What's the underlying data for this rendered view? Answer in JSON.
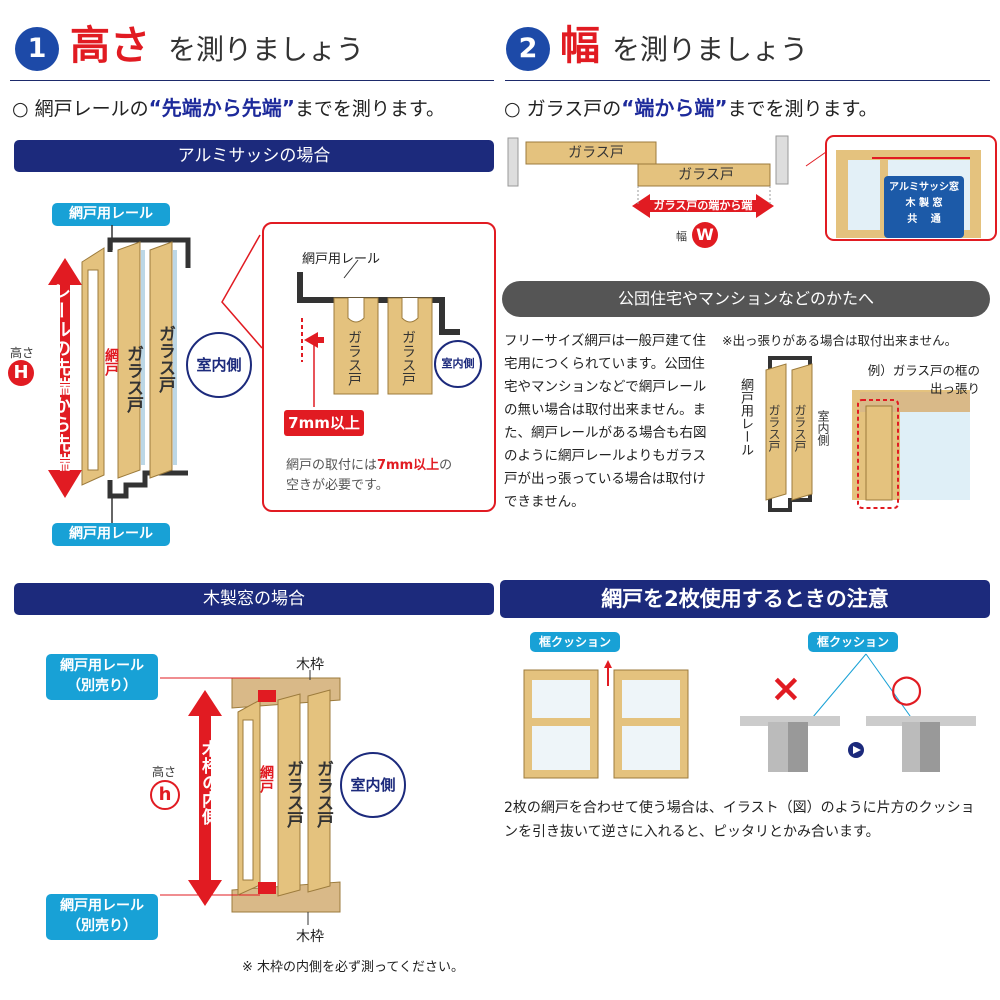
{
  "left_header": {
    "number": "1",
    "big": "高さ",
    "rest": "を測りましょう"
  },
  "right_header": {
    "number": "2",
    "big": "幅",
    "rest": "を測りましょう"
  },
  "left_lead": {
    "pre": "○ 網戸レールの",
    "em": "“先端から先端”",
    "post": "までを測ります。"
  },
  "right_lead": {
    "pre": "○ ガラス戸の",
    "em": "“端から端”",
    "post": "までを測ります。"
  },
  "alu": {
    "bar": "アルミサッシの場合",
    "rail_top": "網戸用レール",
    "rail_bottom": "網戸用レール",
    "height_small": "高さ",
    "height_letter": "H",
    "arrow_text": "レールの先端から先端",
    "screen": "網戸",
    "glass1": "ガラス戸",
    "glass2": "ガラス戸",
    "indoor": "室内側",
    "zoom_rail": "網戸用レール",
    "zoom_glass1": "ガラス戸",
    "zoom_glass2": "ガラス戸",
    "zoom_indoor": "室内側",
    "gap_badge": "7mm以上",
    "note_pre": "網戸の取付には",
    "note_em": "7mm以上",
    "note_post": "の",
    "note_line2": "空きが必要です。"
  },
  "wood": {
    "bar": "木製窓の場合",
    "rail_top": "網戸用レール\n（別売り）",
    "rail_bottom": "網戸用レール\n（別売り）",
    "frame_top": "木枠",
    "frame_bottom": "木枠",
    "height_small": "高さ",
    "height_letter": "h",
    "arrow_text": "木枠の内側",
    "screen": "網戸",
    "glass1": "ガラス戸",
    "glass2": "ガラス戸",
    "indoor": "室内側",
    "note": "※ 木枠の内側を必ず測ってください。"
  },
  "width": {
    "glass1": "ガラス戸",
    "glass2": "ガラス戸",
    "arrow_text": "ガラス戸の端から端",
    "width_small": "幅",
    "width_letter": "W",
    "badge": "アルミサッシ窓\n木 製 窓\n共　 通"
  },
  "public": {
    "bar": "公団住宅やマンションなどのかたへ",
    "paragraph": "フリーサイズ網戸は一般戸建て住宅用につくられています。公団住宅やマンションなどで網戸レールの無い場合は取付出来ません。また、網戸レールがある場合も右図のように網戸レールよりもガラス戸が出っ張っている場合は取付けできません。",
    "note": "※出っ張りがある場合は取付出来ません。",
    "rail": "網戸用レール",
    "glass1": "ガラス戸",
    "glass2": "ガラス戸",
    "indoor": "室内側",
    "example": "例）ガラス戸の框の\n出っ張り"
  },
  "twopanel": {
    "bar": "網戸を2枚使用するときの注意",
    "cushion1": "框クッション",
    "cushion2": "框クッション",
    "wrong": "×",
    "right": "○",
    "paragraph": "2枚の網戸を合わせて使う場合は、イラスト（図）のように片方のクッションを引き抜いて逆さに入れると、ピッタリとかみ合います。"
  },
  "colors": {
    "navy": "#1c2a7c",
    "red": "#e11b22",
    "wood": "#e4c27e",
    "cyan": "#18a1d6",
    "gray": "#555555"
  }
}
